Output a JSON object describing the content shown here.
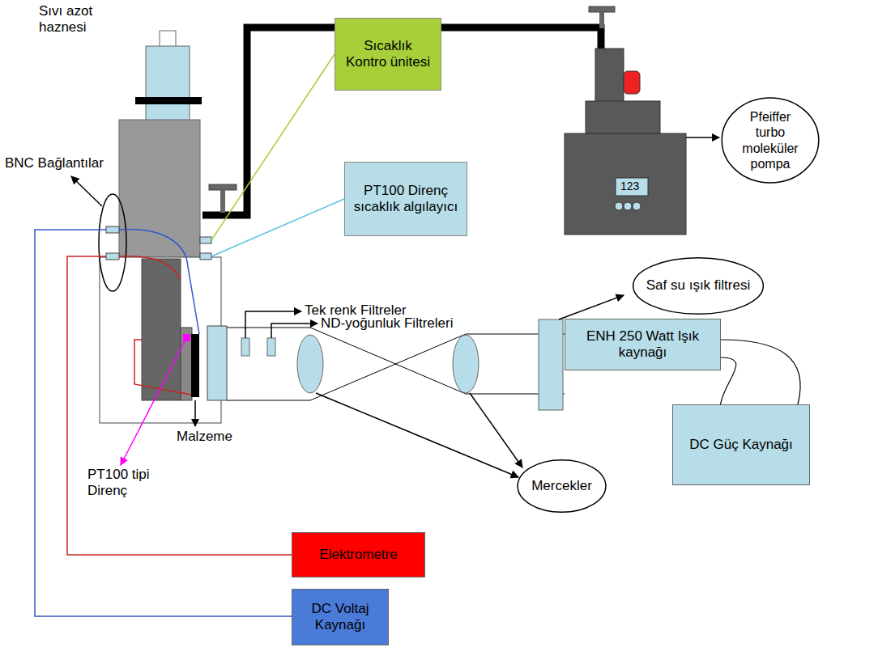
{
  "diagram": {
    "nodes": [
      {
        "text": [
          "Sıcaklık Kontro ünitesi"
        ]
      },
      {
        "text": [
          "PT100 Direnç sıcaklık algılayıcı"
        ]
      },
      {
        "text": [
          "Pfeiffer turbo moleküler pompa"
        ]
      },
      {
        "text": [
          "Saf su ışık filtresi"
        ]
      },
      {
        "text": [
          "ENH 250 Watt Işık kaynağı"
        ]
      },
      {
        "text": [
          "Mercekler"
        ]
      },
      {
        "text": [
          "DC Güç Kaynağı"
        ]
      },
      {
        "text": [
          "Elektrometre"
        ]
      },
      {
        "text": [
          "DC Voltaj Kaynağı"
        ]
      }
    ],
    "edges": [
      {
        "from": 6,
        "to": 4,
        "arrow": "none"
      }
    ],
    "labels": [
      "Sıvı azot haznesi",
      "BNC Bağlantılar",
      "Tek renk Filtreler",
      "ND-yoğunluk Filtreleri",
      "Malzeme",
      "PT100 tipi Direnç",
      "123"
    ]
  }
}
